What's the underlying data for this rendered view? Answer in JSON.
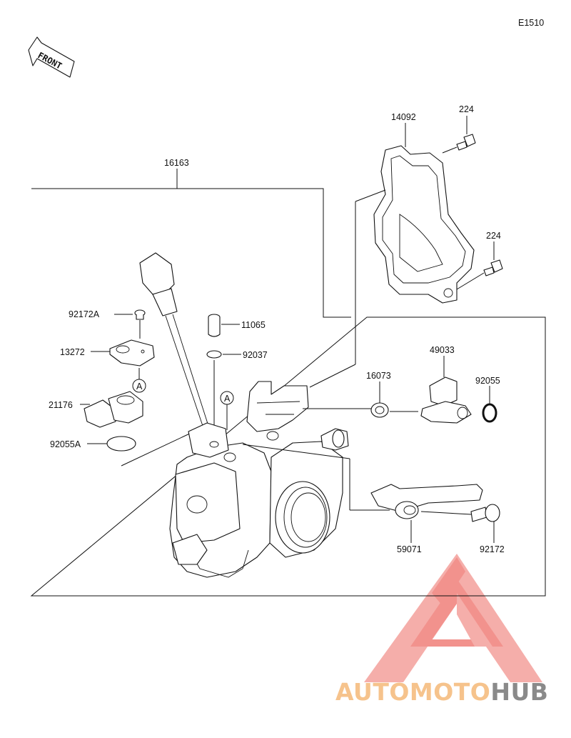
{
  "diagram_code": "E1510",
  "front_label": "FRONT",
  "callout_a": "A",
  "parts": {
    "p16163": "16163",
    "p14092": "14092",
    "p224a": "224",
    "p224b": "224",
    "p92172A": "92172A",
    "p13272": "13272",
    "p21176": "21176",
    "p92055A": "92055A",
    "p11065": "11065",
    "p92037": "92037",
    "p16073": "16073",
    "p49033": "49033",
    "p92055": "92055",
    "p59071": "59071",
    "p92172": "92172"
  },
  "watermark": {
    "part1": "AUTOMOTO",
    "part2": "HUB",
    "color_primary": "#f07f7a",
    "color_orange": "#f6c38c",
    "color_gray": "#8a8a8a"
  }
}
